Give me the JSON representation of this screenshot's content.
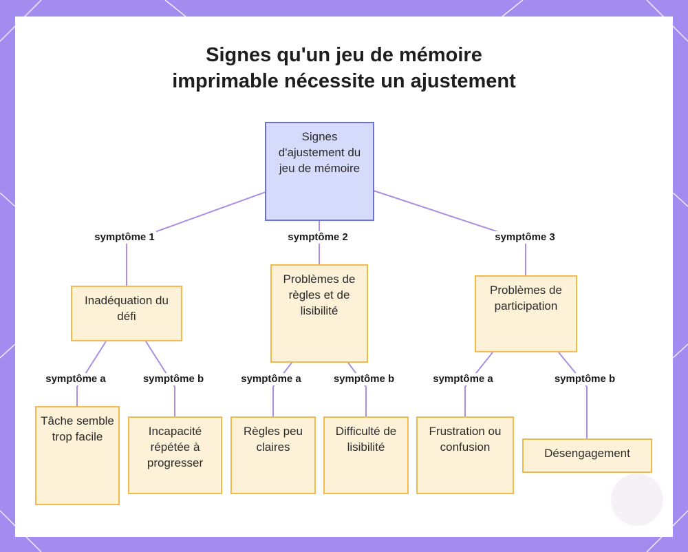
{
  "title_line1": "Signes qu'un jeu de mémoire",
  "title_line2": "imprimable nécessite un ajustement",
  "colors": {
    "frame": "#a38cf0",
    "root_fill": "#d6dbfb",
    "root_border": "#6a72d6",
    "node_fill": "#fdf2d8",
    "node_border": "#f2b94c",
    "connector": "#a88fe0"
  },
  "root": {
    "label": "Signes d'ajustement du jeu de mémoire"
  },
  "branches": [
    {
      "edge_label": "symptôme 1",
      "label": "Inadéquation du défi",
      "children": [
        {
          "edge_label": "symptôme a",
          "label": "Tâche semble trop facile"
        },
        {
          "edge_label": "symptôme b",
          "label": "Incapacité répétée à progresser"
        }
      ]
    },
    {
      "edge_label": "symptôme 2",
      "label": "Problèmes de règles et de lisibilité",
      "children": [
        {
          "edge_label": "symptôme a",
          "label": "Règles peu claires"
        },
        {
          "edge_label": "symptôme b",
          "label": "Difficulté de lisibilité"
        }
      ]
    },
    {
      "edge_label": "symptôme 3",
      "label": "Problèmes de participation",
      "children": [
        {
          "edge_label": "symptôme a",
          "label": "Frustration ou confusion"
        },
        {
          "edge_label": "symptôme b",
          "label": "Désengagement"
        }
      ]
    }
  ]
}
